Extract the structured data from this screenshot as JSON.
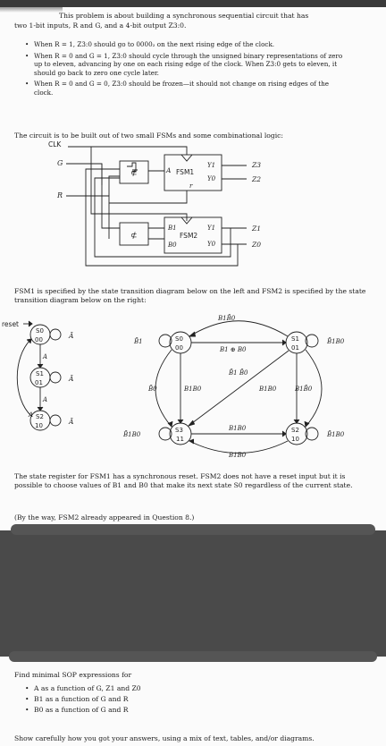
{
  "intro": {
    "line1": "This problem is about building a synchronous sequential circuit that has",
    "line2": "two 1-bit inputs, R and G, and a 4-bit output Z3:0."
  },
  "rules": [
    "When R = 1, Z3:0 should go to 0000₂ on the next rising edge of the clock.",
    "When R = 0 and G = 1, Z3:0 should cycle through the unsigned binary representations of zero up to eleven, advancing by one on each rising edge of the clock. When Z3:0 gets to eleven, it should go back to zero one cycle later.",
    "When R = 0 and G = 0, Z3:0 should be frozen—it should not change on rising edges of the clock."
  ],
  "circuit_intro": "The circuit is to be built out of two small FSMs and some combinational logic:",
  "circuit": {
    "clk": "CLK",
    "g": "G",
    "r": "R",
    "fsm1": "FSM1",
    "fsm2": "FSM2",
    "a": "A",
    "r_small": "r",
    "y1": "Y1",
    "y0": "Y0",
    "b1": "B1",
    "b0": "B0",
    "z3": "Z3",
    "z2": "Z2",
    "z1": "Z1",
    "z0": "Z0"
  },
  "fsm_spec": "FSM1 is specified by the state transition diagram below on the left and FSM2 is specified by the state transition diagram below on the right:",
  "fsm1_diagram": {
    "reset": "reset",
    "states": [
      {
        "name": "S0",
        "code": "00"
      },
      {
        "name": "S1",
        "code": "01"
      },
      {
        "name": "S2",
        "code": "10"
      }
    ],
    "self_label": "Ā",
    "edge_label": "A"
  },
  "fsm2_diagram": {
    "states": [
      {
        "name": "S0",
        "code": "00"
      },
      {
        "name": "S1",
        "code": "01"
      },
      {
        "name": "S3",
        "code": "11"
      },
      {
        "name": "S2",
        "code": "10"
      }
    ],
    "labels": {
      "top_arc": "B1B̄0",
      "s0_self": "B̄1",
      "mid": "B1 ⊕ B0",
      "s1_self": "B̄1B0",
      "diag": "B̄1 B̄0",
      "s0_left": "B̄0",
      "s0_s3": "B1B0",
      "s1_s2": "B1B0",
      "s1_right": "B1B̄0",
      "s3_self": "B̄1B0",
      "s3_s2": "B1B0",
      "s2_self": "B̄1B0",
      "bottom_arc": "B1B0"
    }
  },
  "state_note": "The state register for FSM1 has a synchronous reset. FSM2 does not have a reset input but it is possible to choose values of B1 and B0 that make its next state S0 regardless of the current state.",
  "aside": "(By the way, FSM2 already appeared in Question 8.)",
  "find": "Find minimal SOP expressions for",
  "tasks": [
    "A as a function of G, Z1 and Z0",
    "B1 as a function of G and R",
    "B0 as a function of G and R"
  ],
  "closing": "Show carefully how you got your answers, using a mix of text, tables, and/or diagrams.",
  "colors": {
    "background": "#fbfbfb",
    "ink": "#1b1b1b",
    "redaction": "#4a4a4a",
    "topbar": "#3a3a3a"
  }
}
